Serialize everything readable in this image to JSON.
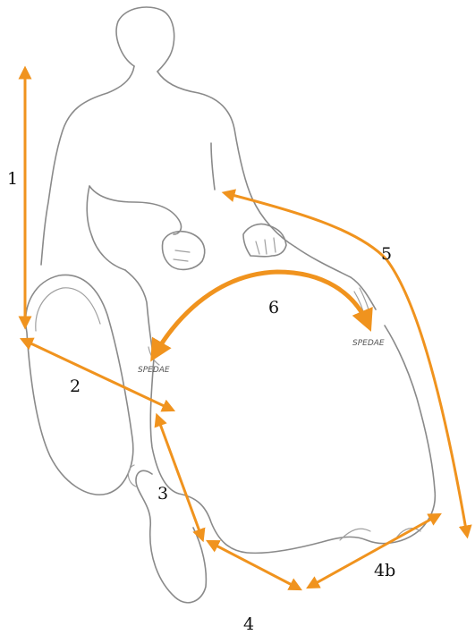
{
  "colors": {
    "arrow": "#f0931e",
    "sketch": "#8a8a8a"
  },
  "strap_labels": {
    "left": "SPEDAE",
    "right": "SPEDAE"
  },
  "measurements": [
    {
      "id": "1",
      "label": "1"
    },
    {
      "id": "2",
      "label": "2"
    },
    {
      "id": "3",
      "label": "3"
    },
    {
      "id": "4",
      "label": "4"
    },
    {
      "id": "4b",
      "label": "4b"
    },
    {
      "id": "5",
      "label": "5"
    },
    {
      "id": "6",
      "label": "6"
    }
  ]
}
